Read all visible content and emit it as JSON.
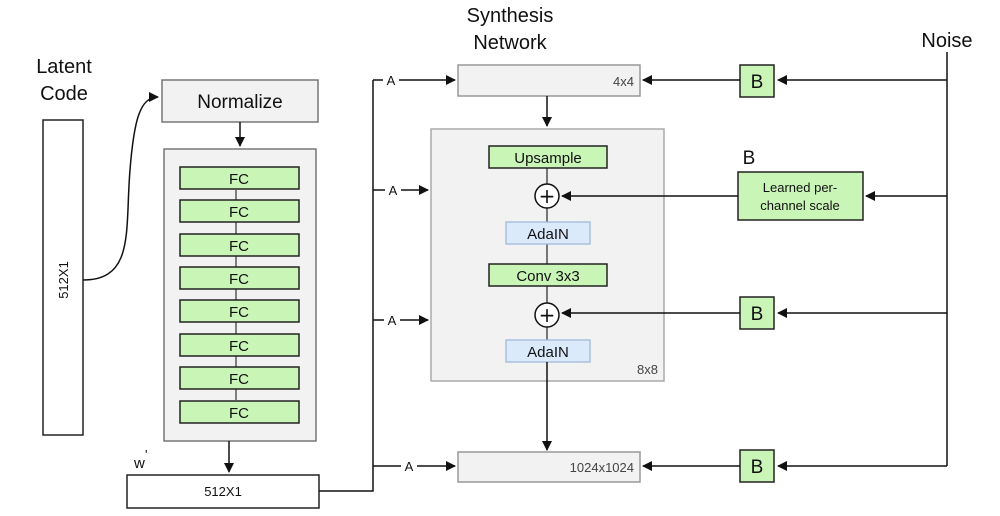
{
  "titles": {
    "latent_line1": "Latent",
    "latent_line2": "Code",
    "synthesis_line1": "Synthesis",
    "synthesis_line2": "Network",
    "noise": "Noise"
  },
  "mapping": {
    "latent_vector": "512X1",
    "normalize": "Normalize",
    "fc_layers": [
      "FC",
      "FC",
      "FC",
      "FC",
      "FC",
      "FC",
      "FC",
      "FC"
    ],
    "w_label": "w",
    "w_vector": "512X1"
  },
  "synthesis": {
    "block_4x4": "4x4",
    "upsample": "Upsample",
    "adain_1": "AdaIN",
    "conv": "Conv 3x3",
    "adain_2": "AdaIN",
    "block_8x8": "8x8",
    "block_1024": "1024x1024",
    "plus": "+",
    "style_label": "A"
  },
  "noise_branch": {
    "b_label": "B",
    "b_title": "B",
    "learned_line1": "Learned per-",
    "learned_line2": "channel scale"
  }
}
